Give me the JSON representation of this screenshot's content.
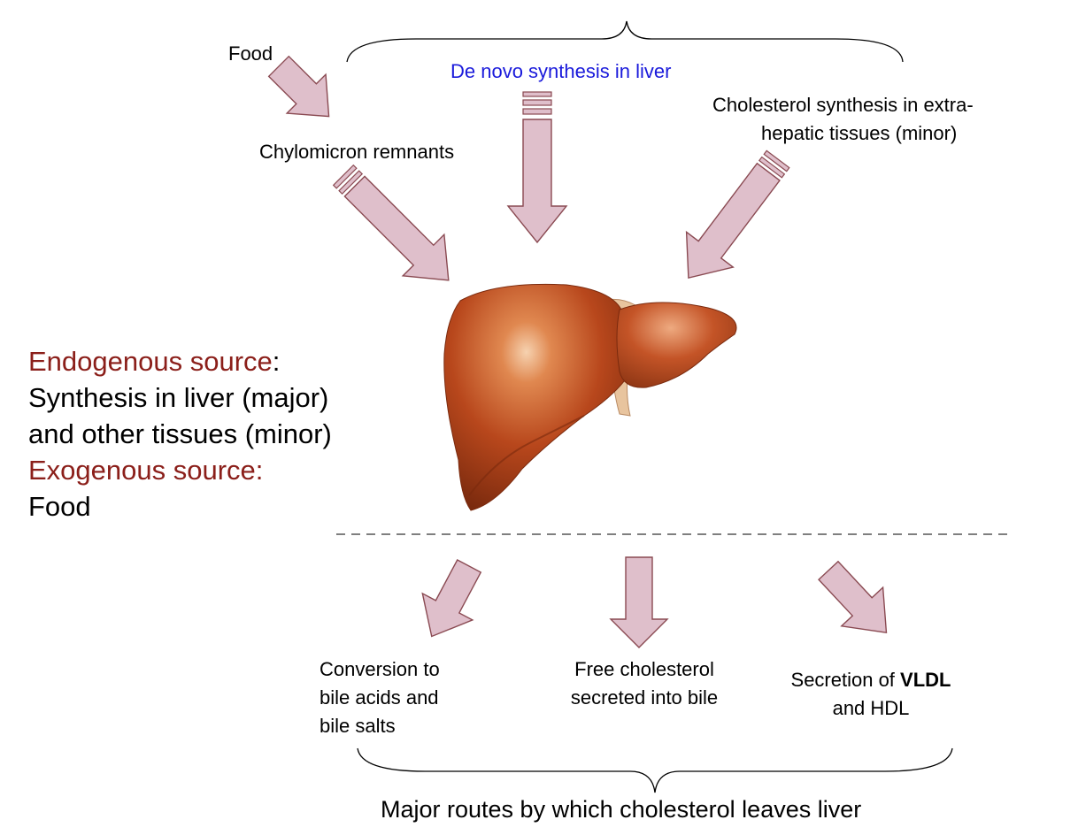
{
  "labels": {
    "food": "Food",
    "de_novo": "De novo synthesis in liver",
    "extrahepatic_line1": "Cholesterol synthesis in extra-",
    "extrahepatic_line2": "hepatic tissues (minor)",
    "chylomicron": "Chylomicron remnants",
    "bile_acids_line1": "Conversion to",
    "bile_acids_line2": "bile acids and",
    "bile_acids_line3": "bile salts",
    "free_chol_line1": "Free cholesterol",
    "free_chol_line2": "secreted into bile",
    "vldl_prefix": "Secretion of ",
    "vldl_bold": "VLDL",
    "vldl_line2": "and HDL",
    "routes_title": "Major routes by which cholesterol leaves liver"
  },
  "sources": {
    "endogenous_label": "Endogenous source",
    "endogenous_colon": ":",
    "endogenous_line1": "Synthesis in liver (major)",
    "endogenous_line2": "and other tissues (minor)",
    "exogenous_label": "Exogenous source:",
    "exogenous_line1": "Food"
  },
  "colors": {
    "arrow_fill": "#dfbfcb",
    "arrow_stroke": "#8a4a52",
    "liver": "#b8471c",
    "red_text": "#8b1f1a",
    "blue_text": "#1a1adb"
  }
}
